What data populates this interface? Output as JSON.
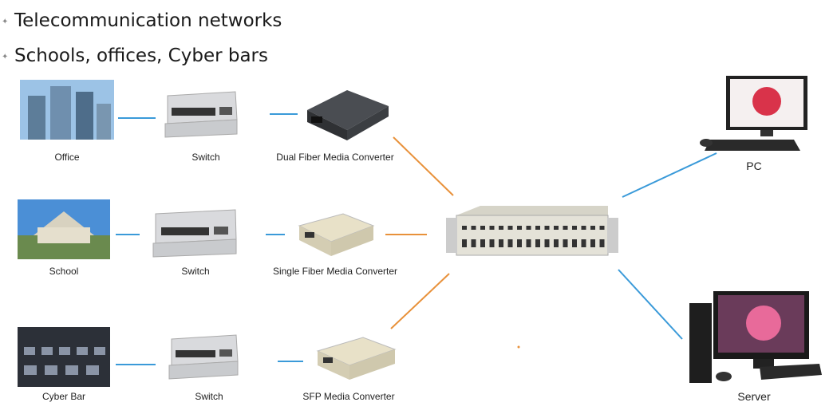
{
  "bullets": [
    "Telecommunication networks",
    "Schools, offices, Cyber bars"
  ],
  "nodes": {
    "office": "Office",
    "school": "School",
    "cyberbar": "Cyber Bar",
    "switch1": "Switch",
    "switch2": "Switch",
    "switch3": "Switch",
    "dual": "Dual Fiber Media Converter",
    "single": "Single Fiber Media Converter",
    "sfp": "SFP Media Converter",
    "pc": "PC",
    "server": "Server"
  },
  "colors": {
    "copper_link": "#3a9ad9",
    "fiber_link": "#e8913a"
  }
}
